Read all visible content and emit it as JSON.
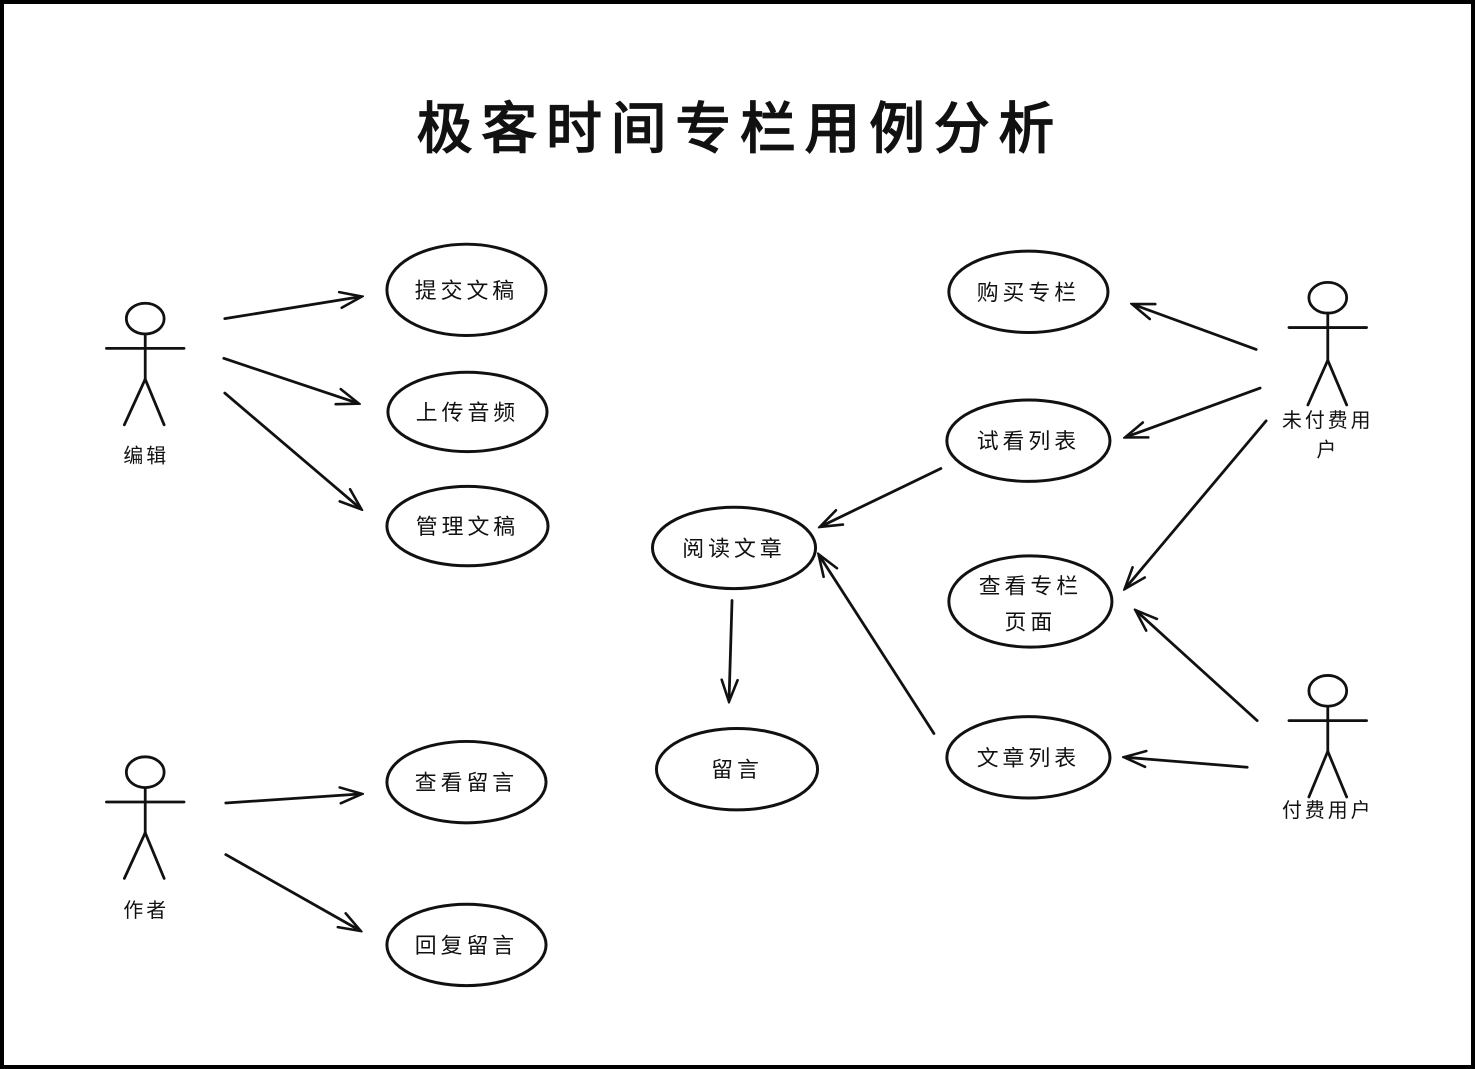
{
  "title": "极客时间专栏用例分析",
  "colors": {
    "ink": "#111111",
    "background": "#ffffff"
  },
  "actors": [
    {
      "id": "editor",
      "label": "编辑"
    },
    {
      "id": "author",
      "label": "作者"
    },
    {
      "id": "unpaid-user",
      "label_line1": "未付费用",
      "label_line2": "户",
      "full_label": "未付费用户"
    },
    {
      "id": "paid-user",
      "label": "付费用户"
    }
  ],
  "use_cases": [
    {
      "id": "submit-manuscript",
      "label": "提交文稿"
    },
    {
      "id": "upload-audio",
      "label": "上传音频"
    },
    {
      "id": "manage-manuscript",
      "label": "管理文稿"
    },
    {
      "id": "view-comments",
      "label": "查看留言"
    },
    {
      "id": "reply-comments",
      "label": "回复留言"
    },
    {
      "id": "buy-column",
      "label": "购买专栏"
    },
    {
      "id": "trial-list",
      "label": "试看列表"
    },
    {
      "id": "read-article",
      "label": "阅读文章"
    },
    {
      "id": "view-column-page",
      "label_line1": "查看专栏",
      "label_line2": "页面",
      "full_label": "查看专栏页面"
    },
    {
      "id": "article-list",
      "label": "文章列表"
    },
    {
      "id": "comment",
      "label": "留言"
    }
  ],
  "relations": [
    {
      "from": "编辑",
      "to": "提交文稿"
    },
    {
      "from": "编辑",
      "to": "上传音频"
    },
    {
      "from": "编辑",
      "to": "管理文稿"
    },
    {
      "from": "作者",
      "to": "查看留言"
    },
    {
      "from": "作者",
      "to": "回复留言"
    },
    {
      "from": "未付费用户",
      "to": "购买专栏"
    },
    {
      "from": "未付费用户",
      "to": "试看列表"
    },
    {
      "from": "未付费用户",
      "to": "查看专栏页面"
    },
    {
      "from": "付费用户",
      "to": "查看专栏页面"
    },
    {
      "from": "付费用户",
      "to": "文章列表"
    },
    {
      "from": "试看列表",
      "to": "阅读文章"
    },
    {
      "from": "文章列表",
      "to": "阅读文章"
    },
    {
      "from": "阅读文章",
      "to": "留言"
    }
  ]
}
